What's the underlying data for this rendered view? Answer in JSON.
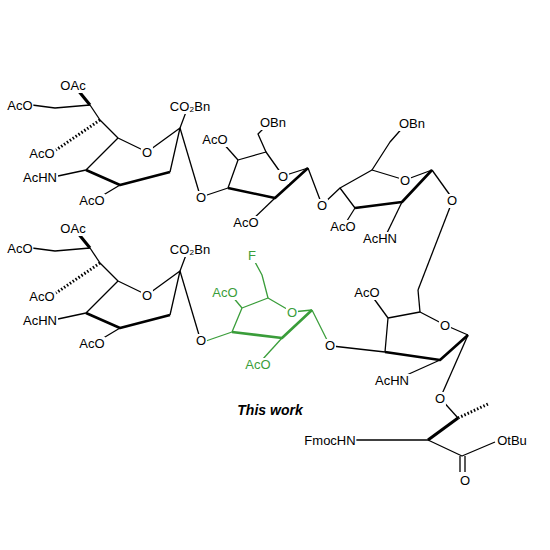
{
  "diagram": {
    "caption": "This work",
    "labels": [
      "AcO",
      "OAc",
      "CO₂Bn",
      "AcO",
      "OBn",
      "OBn",
      "AcO",
      "O",
      "AcHN",
      "O",
      "O",
      "O",
      "AcO",
      "O",
      "O",
      "AcO",
      "AcO",
      "AcHN",
      "AcO",
      "OAc",
      "CO₂Bn",
      "F",
      "AcO",
      "AcO",
      "AcO",
      "O",
      "O",
      "AcHN",
      "O",
      "AcO",
      "O",
      "O",
      "AcO",
      "AcHN",
      "O",
      "FmocHN",
      "OtBu",
      "O"
    ]
  }
}
